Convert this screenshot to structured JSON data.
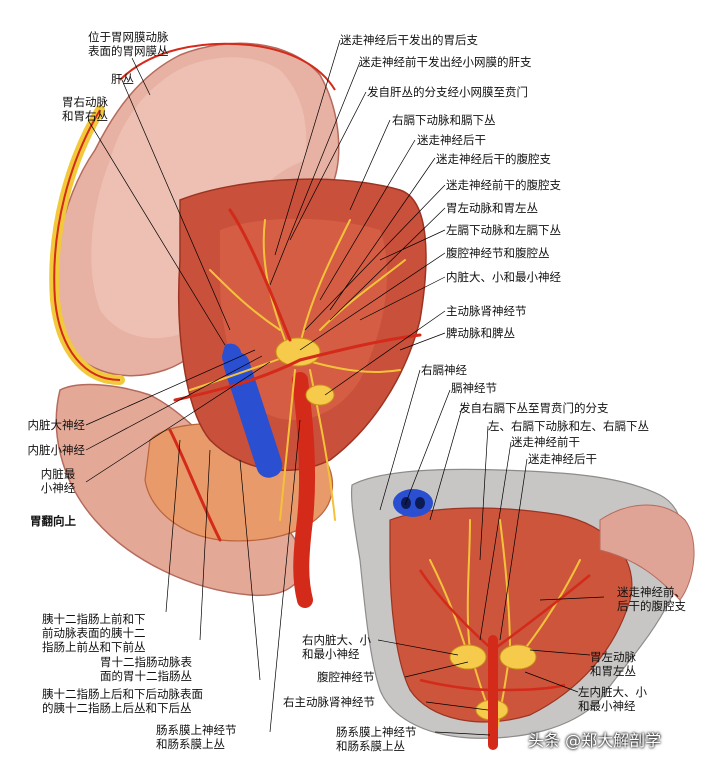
{
  "labels": {
    "L01": "位于胃网膜动脉\n表面的胃网膜丛",
    "L02": "肝丛",
    "L03": "胃右动脉\n和胃右丛",
    "L04": "迷走神经后干发出的胃后支",
    "L05": "迷走神经前干发出经小网膜的肝支",
    "L06": "发自肝丛的分支经小网膜至贲门",
    "L07": "右膈下动脉和膈下丛",
    "L08": "迷走神经后干",
    "L09": "迷走神经后干的腹腔支",
    "L10": "迷走神经前干的腹腔支",
    "L11": "胃左动脉和胃左丛",
    "L12": "左膈下动脉和左膈下丛",
    "L13": "腹腔神经节和腹腔丛",
    "L14": "内脏大、小和最小神经",
    "L15": "主动脉肾神经节",
    "L16": "脾动脉和脾丛",
    "L17": "内脏大神经",
    "L18": "内脏小神经",
    "L19": "内脏最\n小神经",
    "L20": "胃翻向上",
    "L21": "右膈神经",
    "L22": "膈神经节",
    "L23": "发自右膈下丛至胃贲门的分支",
    "L24": "左、右膈下动脉和左、右膈下丛",
    "L25": "迷走神经前干",
    "L26": "迷走神经后干",
    "L27": "迷走神经前、\n后干的腹腔支",
    "L28": "胰十二指肠上前和下\n前动脉表面的胰十二\n指肠上前丛和下前丛",
    "L29": "胃十二指肠动脉表\n面的胃十二指肠丛",
    "L30": "胰十二指肠上后和下后动脉表面\n的胰十二指肠上后丛和下后丛",
    "L31": "肠系膜上神经节\n和肠系膜上丛",
    "L32": "右内脏大、小\n和最小神经",
    "L33": "腹腔神经节",
    "L34": "右主动脉肾神经节",
    "L35": "胃左动脉\n和胃左丛",
    "L36": "左内脏大、小\n和最小神经",
    "L37": "肠系膜上神经节\n和肠系膜上丛"
  },
  "watermark": "头条 @郑大解剖学",
  "colors": {
    "stomach": "#e9b3a6",
    "stomach_shade": "#c98579",
    "fat": "#f2c93a",
    "artery": "#d42a1a",
    "nerve": "#f4c23a",
    "vein": "#2a4fd0",
    "muscle": "#c84a36",
    "pancreas": "#e38a5c",
    "diaphragm_gray": "#c8c6c4"
  }
}
